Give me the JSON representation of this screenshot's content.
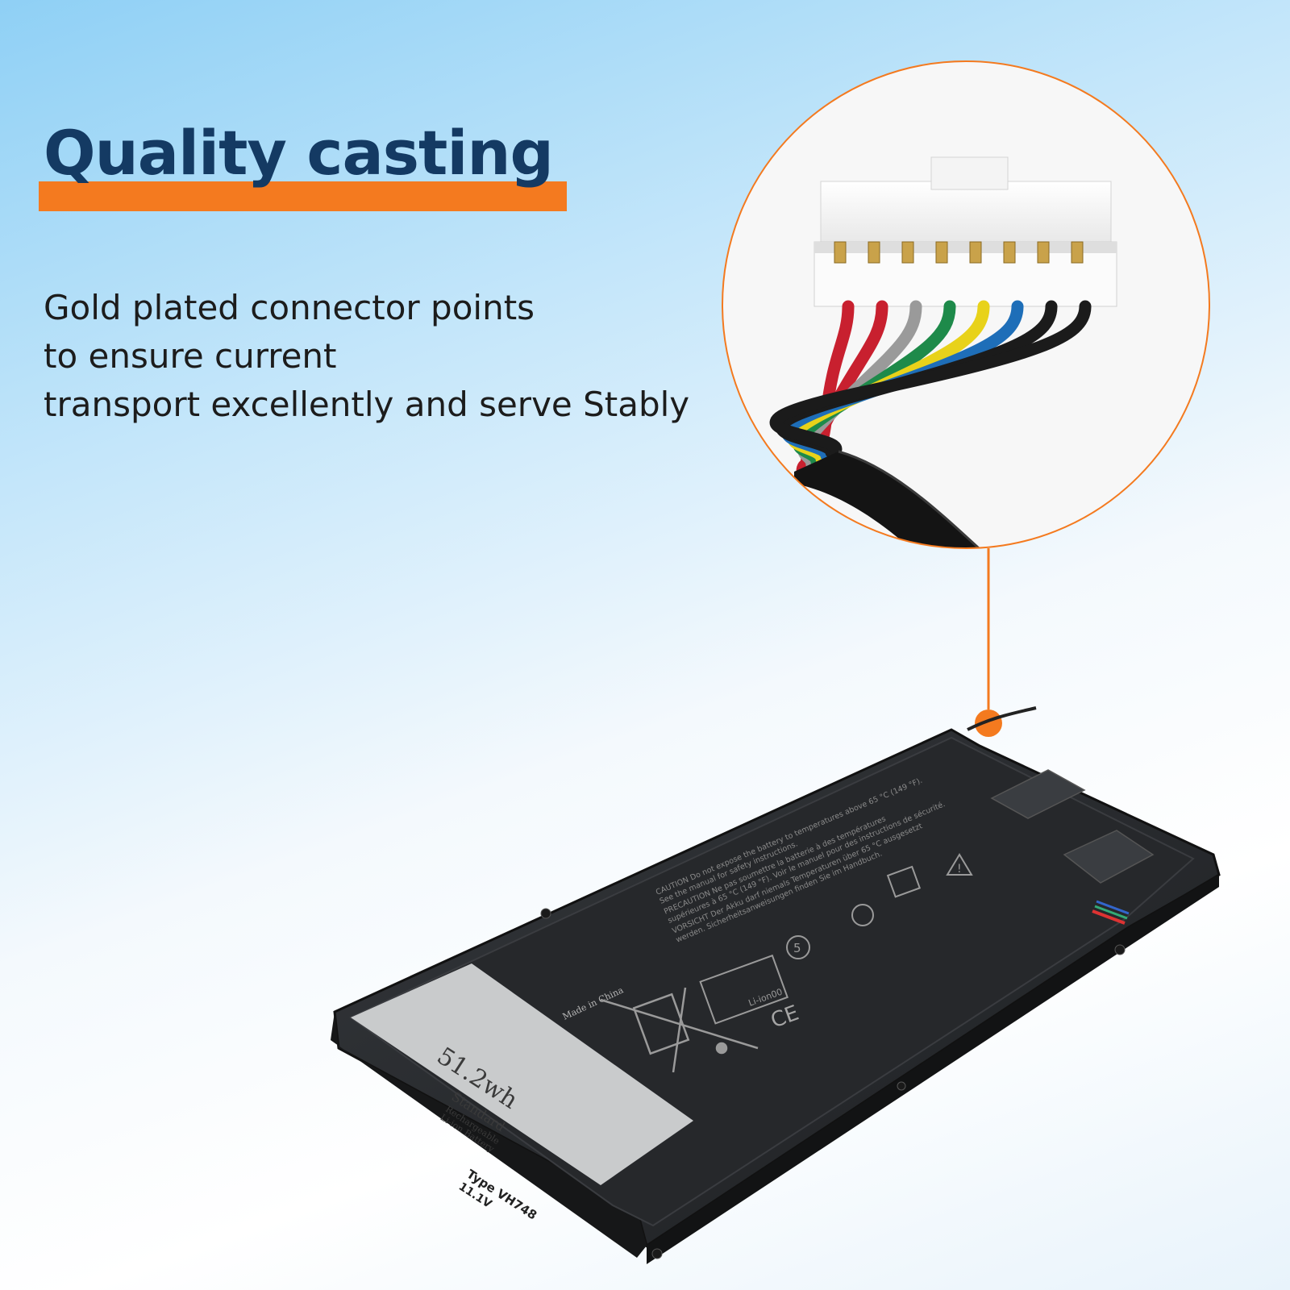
{
  "headline": {
    "title": "Quality casting"
  },
  "description": {
    "lines": [
      "Gold plated connector points",
      "to ensure current",
      "transport excellently and serve Stably"
    ]
  },
  "battery_label": {
    "capacity": "51.2wh",
    "standard": "Standard",
    "rechargeable": "Rechargeable",
    "chemistry": "Li-ion Battery",
    "type": "Type VH748",
    "voltage": "11.1V",
    "origin": "Made in China",
    "caution": "CAUTION Do not expose the battery to temperatures above 65 °C (149 °F).",
    "caution2": "See the manual for safety instructions.",
    "precaution": "PRECAUTION Ne pas soumettre la batterie à des températures",
    "precaution2": "supérieures à 65 °C (149 °F). Voir le manuel pour des instructions de sécurité.",
    "vorsicht": "VORSICHT Der Akku darf niemals Temperaturen über 65 °C ausgesetzt",
    "vorsicht2": "werden. Sicherheitsanweisungen finden Sie im Handbuch.",
    "ce_mark": "CE",
    "recycle_code": "Li-ion00",
    "years_mark": "5"
  },
  "colors": {
    "accent_orange": "#f47a1f",
    "title_navy": "#143a63",
    "battery_body": "#2b2d30",
    "label_gray": "#c9cbcc"
  },
  "wire_colors": [
    "#c8202f",
    "#c8202f",
    "#9a9a9a",
    "#1e8a4a",
    "#e8d21a",
    "#1e6eb8",
    "#1b1b1b",
    "#1b1b1b"
  ]
}
